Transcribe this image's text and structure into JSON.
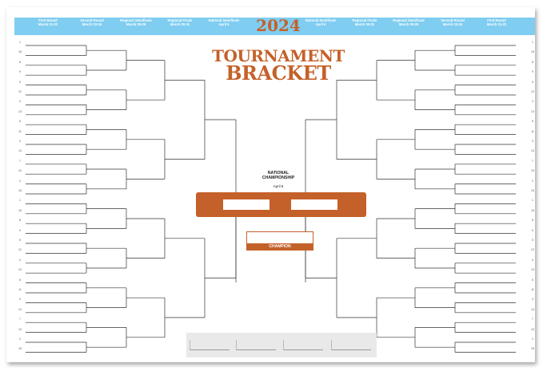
{
  "header": {
    "year": "2024",
    "title_line1": "TOURNAMENT",
    "title_line2": "BRACKET",
    "rounds_left": [
      {
        "name": "First Round",
        "date": "March 21-22"
      },
      {
        "name": "Second Round",
        "date": "March 23-24"
      },
      {
        "name": "Regional Semifinals",
        "date": "March 28-29"
      },
      {
        "name": "Regional Finals",
        "date": "March 30-31"
      },
      {
        "name": "National Semifinals",
        "date": "April 6"
      }
    ],
    "rounds_right": [
      {
        "name": "National Semifinals",
        "date": "April 6"
      },
      {
        "name": "Regional Finals",
        "date": "March 30-31"
      },
      {
        "name": "Regional Semifinals",
        "date": "March 28-29"
      },
      {
        "name": "Second Round",
        "date": "March 23-24"
      },
      {
        "name": "First Round",
        "date": "March 21-22"
      }
    ]
  },
  "seeds": [
    "1",
    "16",
    "8",
    "9",
    "5",
    "12",
    "4",
    "13",
    "6",
    "11",
    "3",
    "14",
    "7",
    "10",
    "2",
    "15",
    "1",
    "16",
    "8",
    "9",
    "5",
    "12",
    "4",
    "13",
    "6",
    "11",
    "3",
    "14",
    "7",
    "10",
    "2",
    "15"
  ],
  "championship": {
    "label_line1": "NATIONAL",
    "label_line2": "CHAMPIONSHIP",
    "date": "April 8",
    "champion_label": "CHAMPION"
  },
  "colors": {
    "accent": "#c4612a",
    "header_band": "#7fcdf0",
    "line": "#333333"
  }
}
